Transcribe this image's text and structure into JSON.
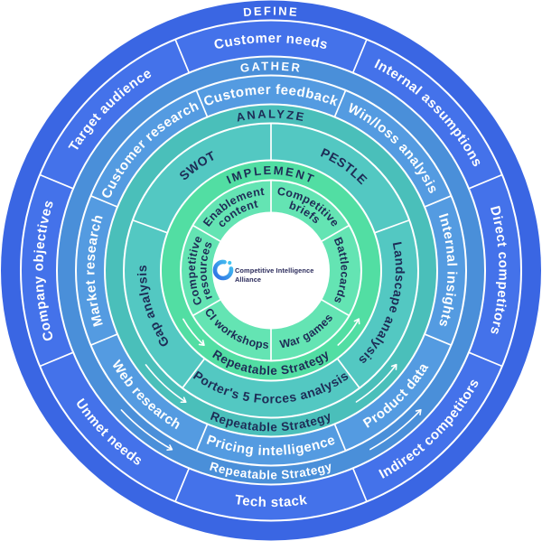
{
  "diagram": {
    "title": "Competitive Intelligence Alliance",
    "repeatable_label": "Repeatable Strategy",
    "center_logo": {
      "line1": "Competitive Intelligence",
      "line2": "Alliance"
    },
    "colors": {
      "background": "#ffffff",
      "divider": "#ffffff",
      "text_light": "#ffffff",
      "text_dark": "#1e2c56",
      "center_circle": "#ffffff",
      "arrow": "#ffffff",
      "logo_gradient_start": "#46c6f1",
      "logo_gradient_end": "#2e6de3",
      "logo_dot": "#41c3f0",
      "logo_text": "#29295a"
    },
    "rings": [
      {
        "id": "define",
        "stage_label": "DEFINE",
        "text_tone": "light",
        "colors": {
          "stage_band": "#3a66e3",
          "segment_band": "#4472ea"
        },
        "show_repeatable": false,
        "show_arrows": false,
        "segments": [
          {
            "label": "Customer needs",
            "start": -22.5,
            "end": 22.5
          },
          {
            "label": "Internal assumptions",
            "start": 22.5,
            "end": 67.5
          },
          {
            "label": "Direct competitors",
            "start": 67.5,
            "end": 112.5
          },
          {
            "label": "Indirect competitors",
            "start": 112.5,
            "end": 157.5,
            "flip": true
          },
          {
            "label": "Tech stack",
            "start": 157.5,
            "end": 202.5,
            "flip": true
          },
          {
            "label": "Unmet needs",
            "start": 202.5,
            "end": 247.5,
            "flip": true
          },
          {
            "label": "Company objectives",
            "start": 247.5,
            "end": 292.5
          },
          {
            "label": "Target audience",
            "start": 292.5,
            "end": 337.5
          }
        ]
      },
      {
        "id": "gather",
        "stage_label": "GATHER",
        "text_tone": "light",
        "colors": {
          "stage_band": "#4a8fd9",
          "segment_band": "#549be1"
        },
        "show_repeatable": true,
        "show_arrows": true,
        "segments": [
          {
            "label": "Customer feedback",
            "start": -22.5,
            "end": 22.5
          },
          {
            "label": "Win/loss analysis",
            "start": 22.5,
            "end": 67.5
          },
          {
            "label": "Internal insights",
            "start": 67.5,
            "end": 112.5
          },
          {
            "label": "Product data",
            "start": 112.5,
            "end": 157.5,
            "flip": true
          },
          {
            "label": "Pricing intelligence",
            "start": 157.5,
            "end": 202.5,
            "flip": true
          },
          {
            "label": "Web research",
            "start": 202.5,
            "end": 247.5,
            "flip": true
          },
          {
            "label": "Market research",
            "start": 247.5,
            "end": 292.5
          },
          {
            "label": "Customer research",
            "start": 292.5,
            "end": 337.5
          }
        ]
      },
      {
        "id": "analyze",
        "stage_label": "ANALYZE",
        "text_tone": "dark",
        "colors": {
          "stage_band": "#4abfba",
          "segment_band": "#53c8c2"
        },
        "show_repeatable": true,
        "show_arrows": true,
        "segments": [
          {
            "label": "PESTLE",
            "start": 0,
            "end": 70
          },
          {
            "label": "Landscape analysis",
            "start": 70,
            "end": 143
          },
          {
            "label": "Porter's 5 Forces analysis",
            "start": 143,
            "end": 217,
            "flip": true
          },
          {
            "label": "Gap analysis",
            "start": 217,
            "end": 290
          },
          {
            "label": "SWOT",
            "start": 290,
            "end": 360
          }
        ]
      },
      {
        "id": "implement",
        "stage_label": "IMPLEMENT",
        "text_tone": "dark",
        "colors": {
          "stage_band": "#52dea3",
          "segment_band": "#64e4b3"
        },
        "show_repeatable": true,
        "show_arrows": true,
        "segments": [
          {
            "label": "Competitive briefs",
            "lines": [
              "Competitive",
              "briefs"
            ],
            "start": 0,
            "end": 60
          },
          {
            "label": "Battlecards",
            "start": 60,
            "end": 120
          },
          {
            "label": "War games",
            "start": 120,
            "end": 180,
            "flip": true
          },
          {
            "label": "CI workshops",
            "start": 180,
            "end": 240,
            "flip": true
          },
          {
            "label": "Competitive resources",
            "lines": [
              "Competitive",
              "resources"
            ],
            "start": 240,
            "end": 300
          },
          {
            "label": "Enablement content",
            "lines": [
              "Enablement",
              "content"
            ],
            "start": 300,
            "end": 360
          }
        ]
      }
    ]
  }
}
